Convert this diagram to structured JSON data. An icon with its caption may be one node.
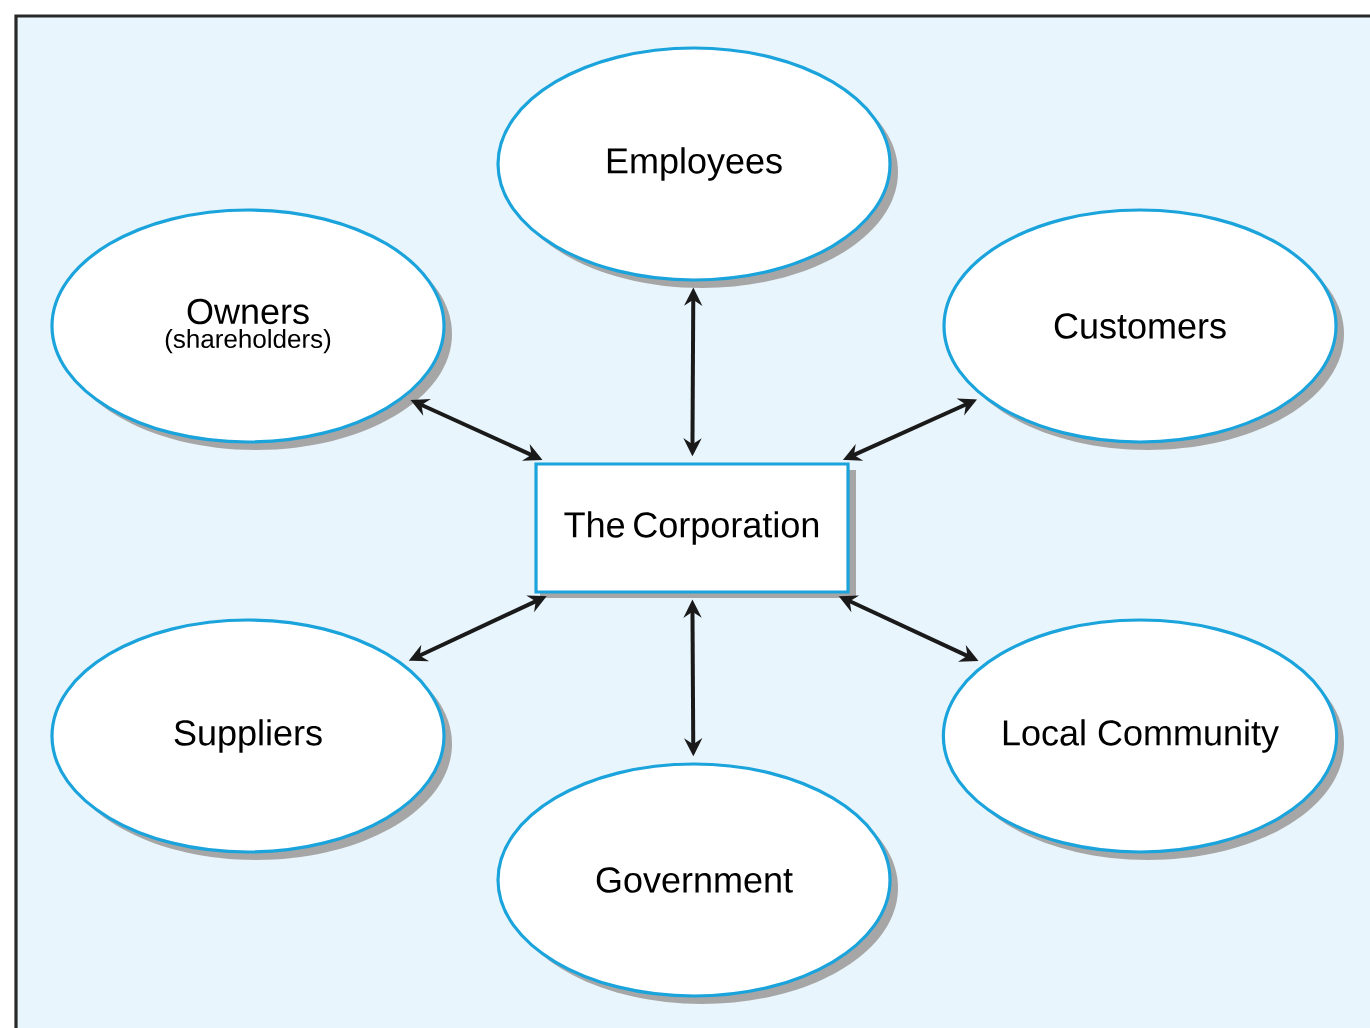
{
  "diagram": {
    "nodes": [
      {
        "text": [
          "Employees"
        ]
      },
      {
        "text": [
          "Owners",
          "(shareholders)"
        ]
      },
      {
        "text": [
          "Customers"
        ]
      },
      {
        "text": [
          "The Corporation"
        ]
      },
      {
        "text": [
          "Suppliers"
        ]
      },
      {
        "text": [
          "Local Community"
        ]
      },
      {
        "text": [
          "Government"
        ]
      }
    ],
    "edges": [
      {
        "from": 3,
        "to": 0,
        "arrow": "both"
      },
      {
        "from": 3,
        "to": 1,
        "arrow": "both"
      },
      {
        "from": 3,
        "to": 2,
        "arrow": "both"
      },
      {
        "from": 3,
        "to": 4,
        "arrow": "both"
      },
      {
        "from": 3,
        "to": 5,
        "arrow": "both"
      },
      {
        "from": 3,
        "to": 6,
        "arrow": "both"
      }
    ]
  }
}
